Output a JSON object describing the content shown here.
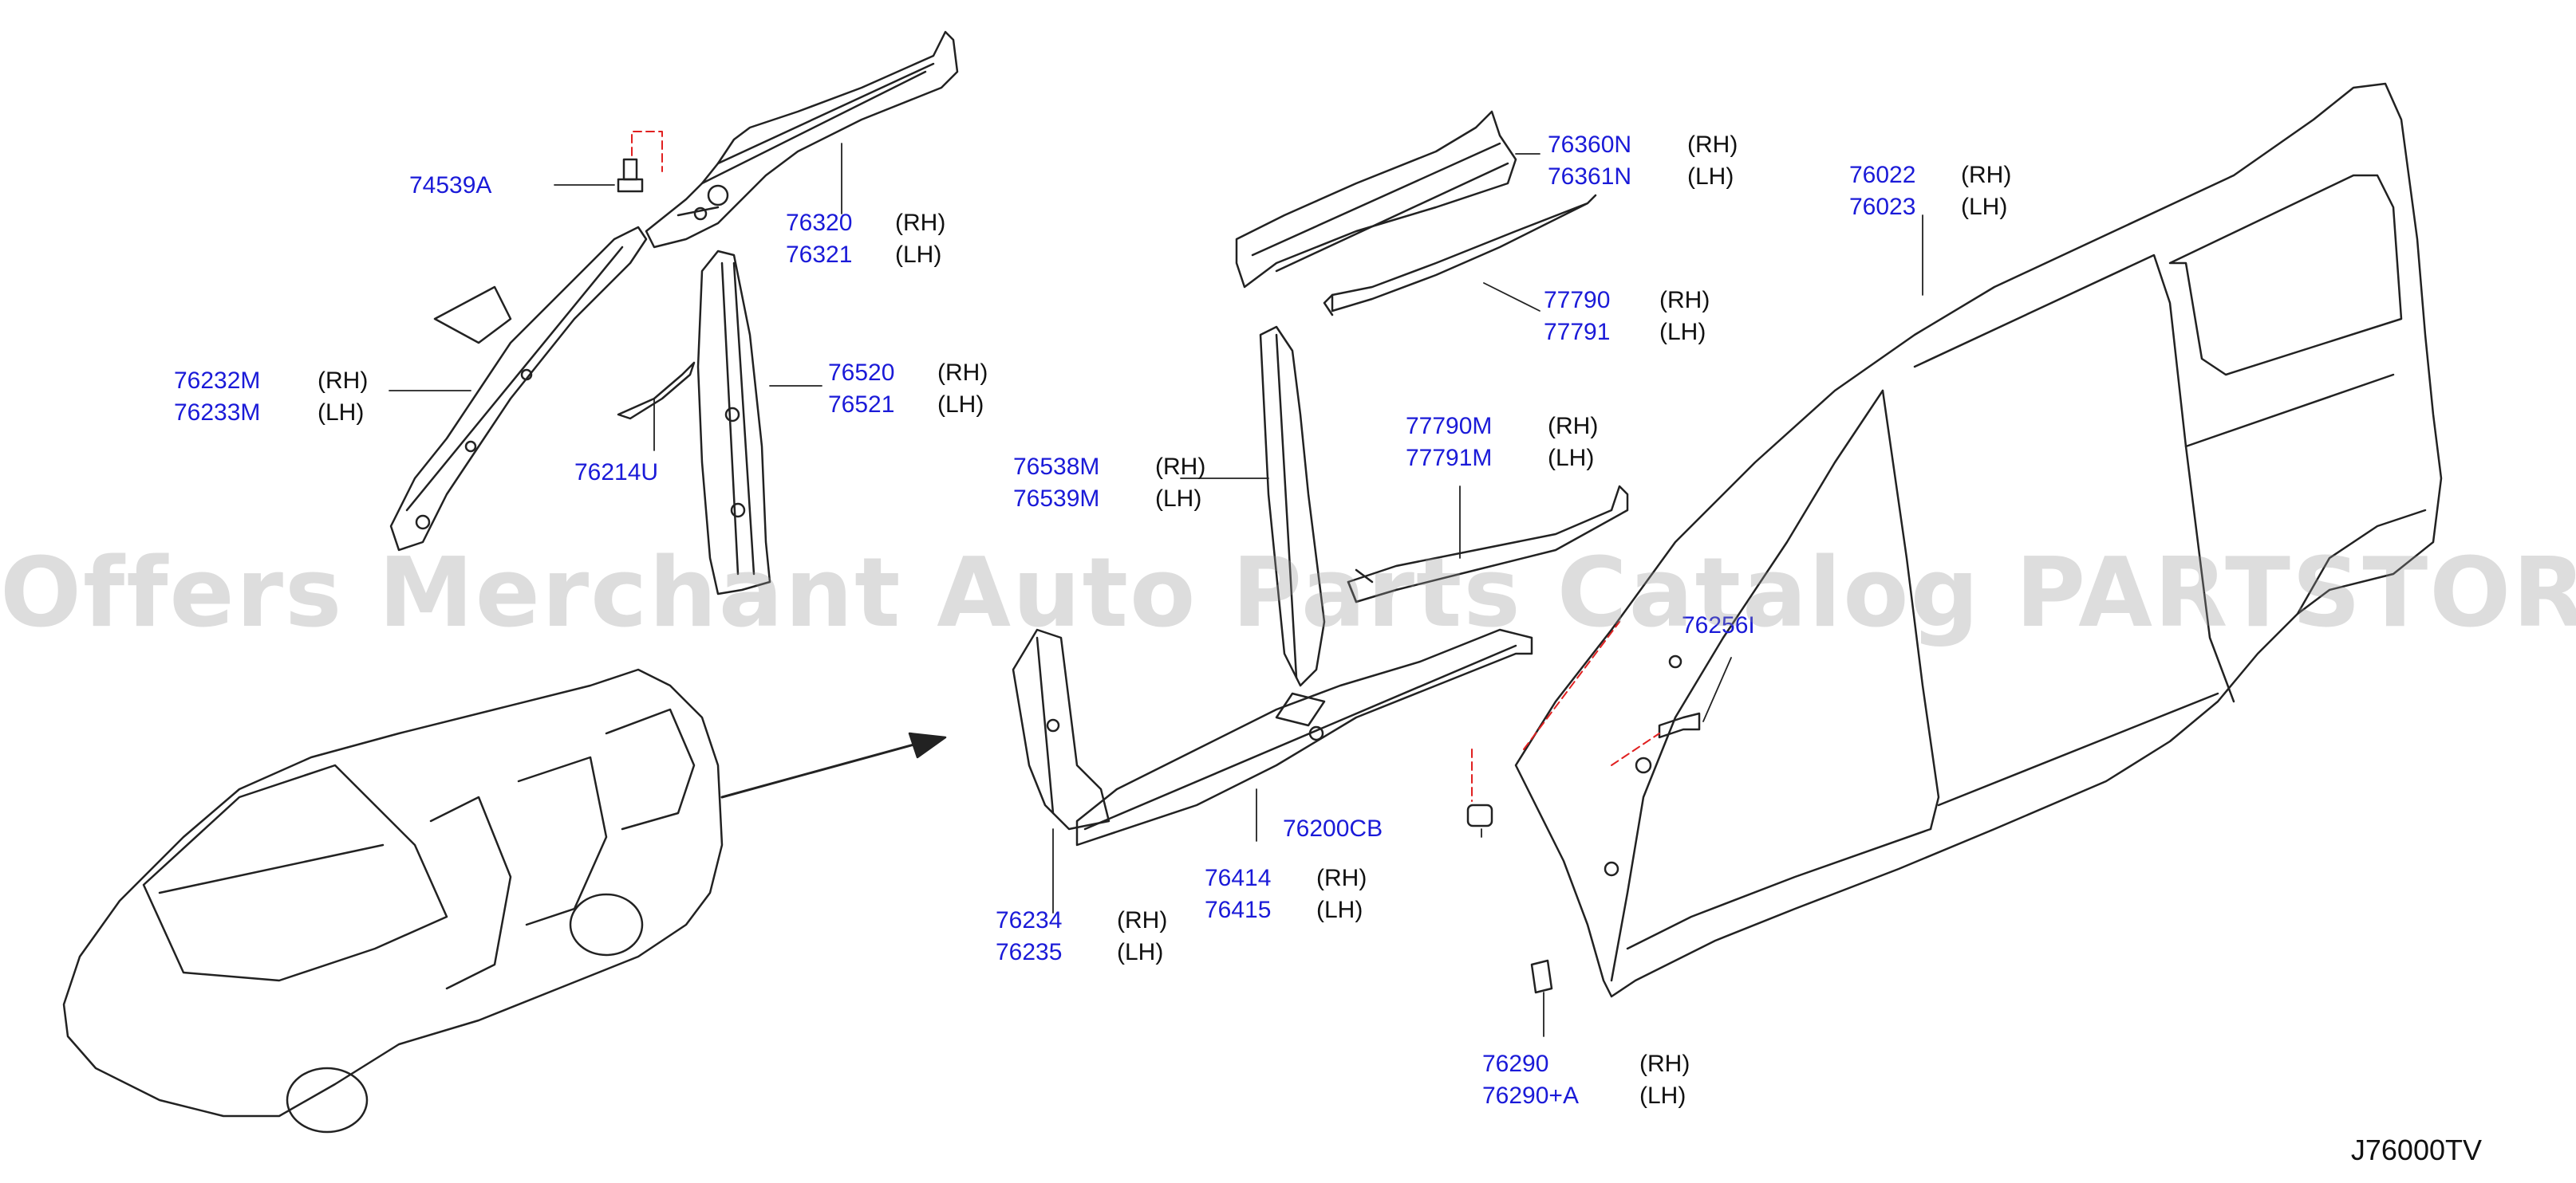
{
  "diagram": {
    "callouts": [
      {
        "id": "c74539",
        "parts": [
          "74539A"
        ],
        "sides": []
      },
      {
        "id": "c76320",
        "parts": [
          "76320",
          "76321"
        ],
        "sides": [
          "(RH)",
          "(LH)"
        ]
      },
      {
        "id": "c76232",
        "parts": [
          "76232M",
          "76233M"
        ],
        "sides": [
          "(RH)",
          "(LH)"
        ]
      },
      {
        "id": "c76520",
        "parts": [
          "76520",
          "76521"
        ],
        "sides": [
          "(RH)",
          "(LH)"
        ]
      },
      {
        "id": "c76214",
        "parts": [
          "76214U"
        ],
        "sides": []
      },
      {
        "id": "c76360",
        "parts": [
          "76360N",
          "76361N"
        ],
        "sides": [
          "(RH)",
          "(LH)"
        ]
      },
      {
        "id": "c77790",
        "parts": [
          "77790",
          "77791"
        ],
        "sides": [
          "(RH)",
          "(LH)"
        ]
      },
      {
        "id": "c76022",
        "parts": [
          "76022",
          "76023"
        ],
        "sides": [
          "(RH)",
          "(LH)"
        ]
      },
      {
        "id": "c76538",
        "parts": [
          "76538M",
          "76539M"
        ],
        "sides": [
          "(RH)",
          "(LH)"
        ]
      },
      {
        "id": "c77790m",
        "parts": [
          "77790M",
          "77791M"
        ],
        "sides": [
          "(RH)",
          "(LH)"
        ]
      },
      {
        "id": "c76256",
        "parts": [
          "76256I"
        ],
        "sides": []
      },
      {
        "id": "c76200",
        "parts": [
          "76200CB"
        ],
        "sides": []
      },
      {
        "id": "c76414",
        "parts": [
          "76414",
          "76415"
        ],
        "sides": [
          "(RH)",
          "(LH)"
        ]
      },
      {
        "id": "c76234",
        "parts": [
          "76234",
          "76235"
        ],
        "sides": [
          "(RH)",
          "(LH)"
        ]
      },
      {
        "id": "c76290",
        "parts": [
          "76290",
          "76290+A"
        ],
        "sides": [
          "(RH)",
          "(LH)"
        ]
      }
    ],
    "diagram_code": "J76000TV",
    "watermark": "Offers Merchant Auto Parts Catalog PARTSTORE.SA",
    "colors": {
      "part_number": "#1a1ad8",
      "line": "#222222",
      "dash": "#e02020"
    }
  }
}
